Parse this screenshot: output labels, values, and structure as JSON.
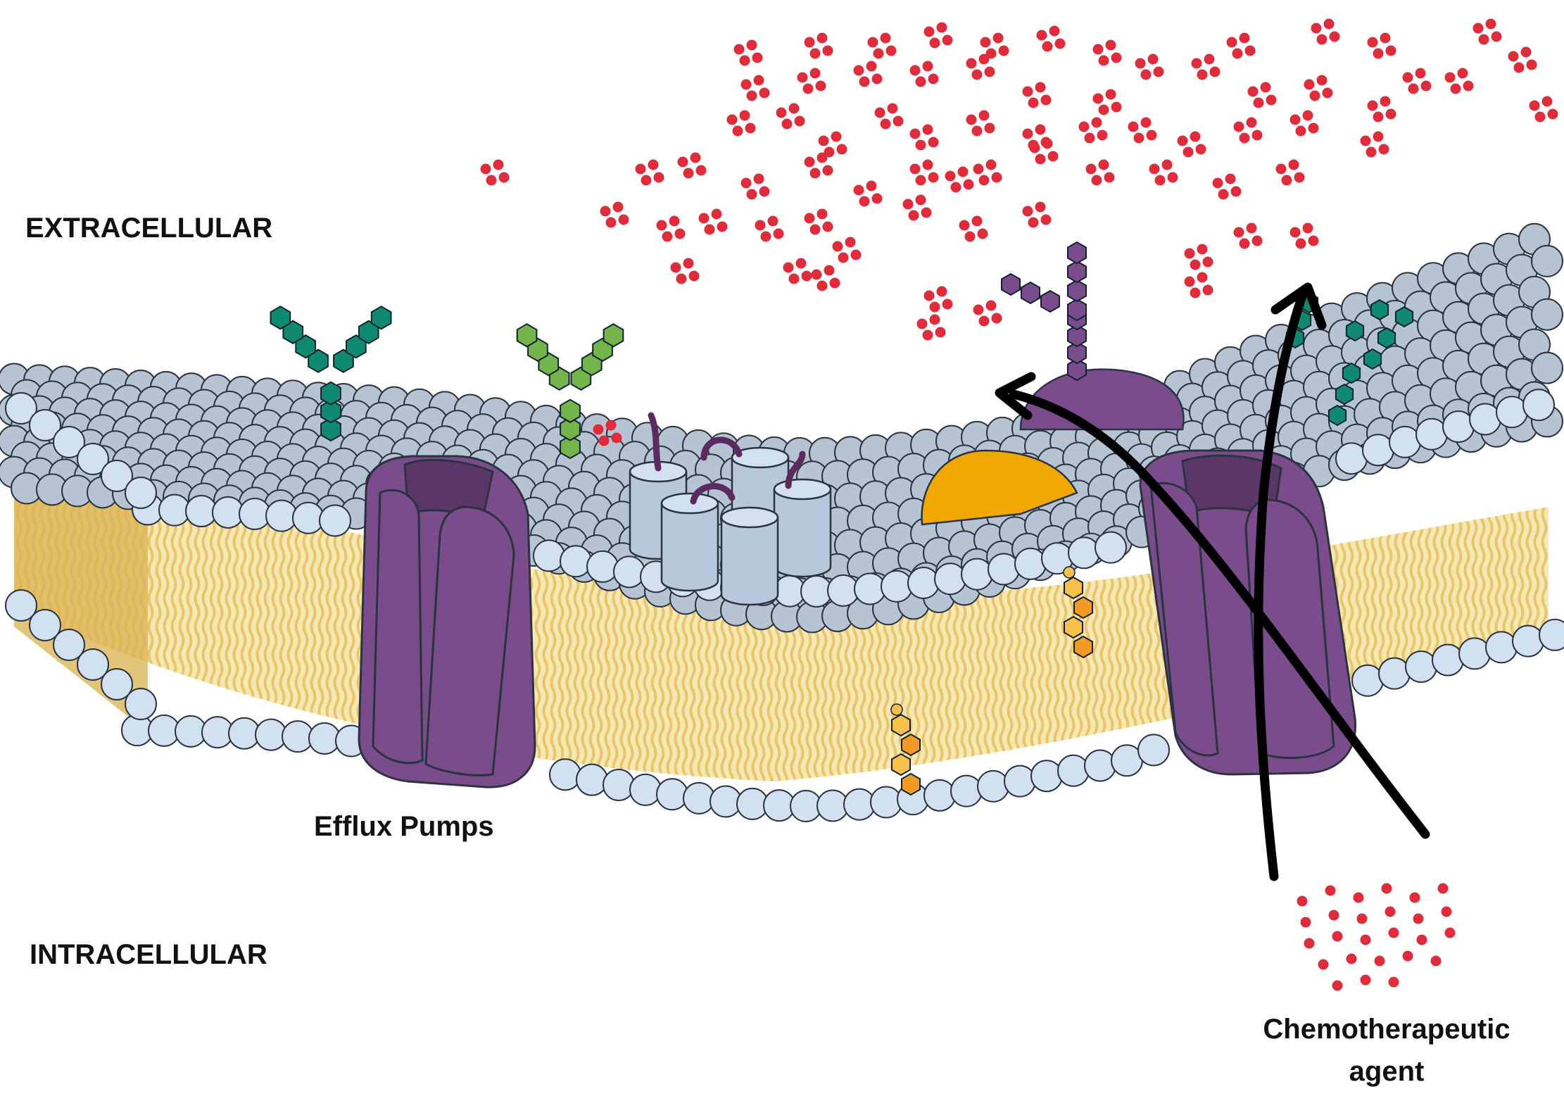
{
  "labels": {
    "extracellular": "EXTRACELLULAR",
    "intracellular": "INTRACELLULAR",
    "efflux_pumps": "Efflux Pumps",
    "chemotherapeutic_agent": "Chemotherapeutic agent"
  },
  "colors": {
    "background": "#ffffff",
    "head_fill": "#b6c3d2",
    "head_front": "#d2e1f2",
    "head_stroke": "#2b3340",
    "tail": "#e9c66a",
    "tail_core": "#d8b048",
    "pump": "#7a4c8c",
    "pump_dark": "#5b3767",
    "drug": "#e02b3a",
    "glycan_teal": "#0f8a70",
    "glycan_green": "#73b54a",
    "glycan_purple": "#7a4c8c",
    "orange_protein": "#f0a800",
    "cholesterol": "#f39a24",
    "channel": "#b7c8dc",
    "arrow": "#000000",
    "text": "#111111"
  },
  "icons": [
    "efflux-pump-icon",
    "glycoprotein-icon",
    "ion-channel-icon",
    "cholesterol-icon",
    "drug-molecule-icon",
    "arrow-icon"
  ]
}
